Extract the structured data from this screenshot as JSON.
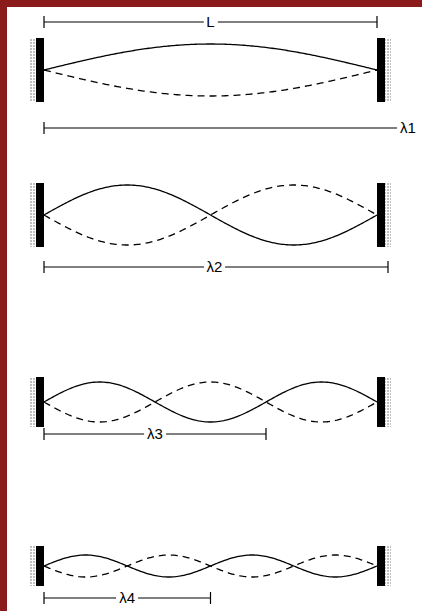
{
  "diagram": {
    "labels": [
      "L",
      "λ1",
      "λ2",
      "λ3",
      "λ4"
    ]
  }
}
